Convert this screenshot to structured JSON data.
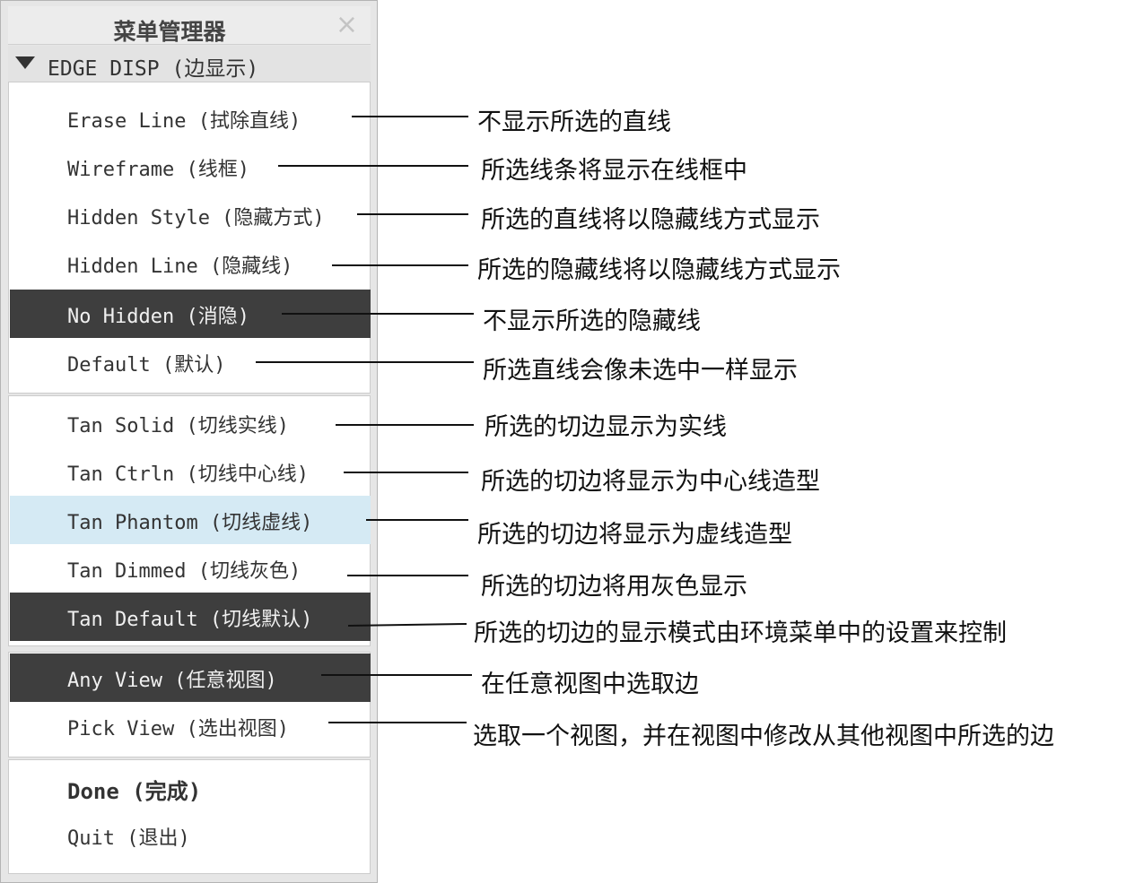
{
  "window": {
    "title": "菜单管理器",
    "close_glyph": "×",
    "section_title": "EDGE DISP (边显示)"
  },
  "menu_items": [
    {
      "label": "Erase Line (拭除直线)",
      "description": "不显示所选的直线",
      "state": "normal"
    },
    {
      "label": "Wireframe (线框)",
      "description": "所选线条将显示在线框中",
      "state": "normal"
    },
    {
      "label": "Hidden Style (隐藏方式)",
      "description": "所选的直线将以隐藏线方式显示",
      "state": "normal"
    },
    {
      "label": "Hidden Line (隐藏线)",
      "description": "所选的隐藏线将以隐藏线方式显示",
      "state": "normal"
    },
    {
      "label": "No Hidden (消隐)",
      "description": "不显示所选的隐藏线",
      "state": "selected"
    },
    {
      "label": "Default (默认)",
      "description": "所选直线会像未选中一样显示",
      "state": "normal"
    },
    {
      "label": "Tan Solid (切线实线)",
      "description": "所选的切边显示为实线",
      "state": "normal"
    },
    {
      "label": "Tan Ctrln (切线中心线)",
      "description": "所选的切边将显示为中心线造型",
      "state": "normal"
    },
    {
      "label": "Tan Phantom (切线虚线)",
      "description": "所选的切边将显示为虚线造型",
      "state": "hover"
    },
    {
      "label": "Tan Dimmed (切线灰色)",
      "description": "所选的切边将用灰色显示",
      "state": "normal"
    },
    {
      "label": "Tan Default (切线默认)",
      "description": "所选的切边的显示模式由环境菜单中的设置来控制",
      "state": "selected"
    },
    {
      "label": "Any View (任意视图)",
      "description": "在任意视图中选取边",
      "state": "selected"
    },
    {
      "label": "Pick View (选出视图)",
      "description": "选取一个视图，并在视图中修改从其他视图中所选的边",
      "state": "normal"
    },
    {
      "label": "Done (完成)",
      "state": "bold"
    },
    {
      "label": "Quit (退出)",
      "state": "normal"
    }
  ],
  "colors": {
    "selected_bg": "#3e3e3e",
    "hover_bg": "#d5eaf4",
    "panel_bg": "#e6e6e6"
  }
}
